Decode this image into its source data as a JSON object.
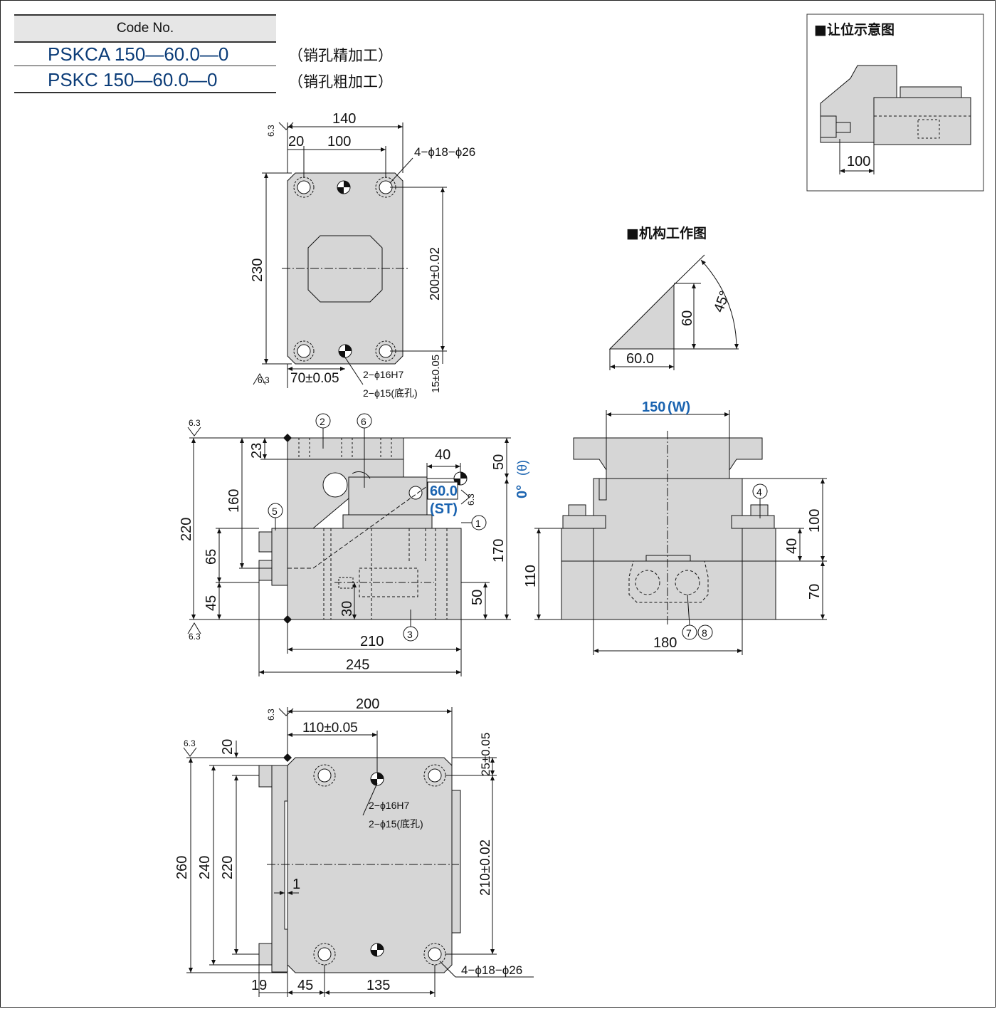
{
  "code_table": {
    "header": "Code No.",
    "rows": [
      {
        "code": "PSKCA 150—60.0—0",
        "note": "（销孔精加工）"
      },
      {
        "code": "PSKC 150—60.0—0",
        "note": "（销孔粗加工）"
      }
    ]
  },
  "insets": {
    "clearance_title": "■让位示意图",
    "clearance_dim": "100",
    "mechanism_title": "■机构工作图",
    "mechanism_height": "60",
    "mechanism_angle": "45°",
    "mechanism_stroke": "60.0"
  },
  "top_view": {
    "width": "140",
    "pitch_20": "20",
    "pitch_100": "100",
    "holes": "4−ϕ18−ϕ26",
    "height": "230",
    "hole_pitch": "200±0.02",
    "offset_70": "70±0.05",
    "offset_15": "15±0.05",
    "pin_hole": "2−ϕ16H7",
    "pin_hole_bottom": "2−ϕ15(底孔)",
    "roughness": "6.3"
  },
  "side_view": {
    "h220": "220",
    "h23": "23",
    "h160": "160",
    "h65": "65",
    "h45": "45",
    "h30": "30",
    "w40": "40",
    "h50_top": "50",
    "h170": "170",
    "h50": "50",
    "w210": "210",
    "w245": "245",
    "angle": "0°",
    "theta": "(θ)",
    "stroke": "60.0",
    "stroke_label": "(ST)",
    "roughness": "6.3",
    "callouts": [
      "1",
      "2",
      "3",
      "5",
      "6"
    ]
  },
  "front_view": {
    "width_w": "150",
    "width_label": "(W)",
    "h100": "100",
    "h40": "40",
    "h110": "110",
    "h70": "70",
    "w180": "180",
    "callouts": [
      "4",
      "7",
      "8"
    ]
  },
  "bottom_view": {
    "w200": "200",
    "offset_110": "110±0.05",
    "h20": "20",
    "h260": "260",
    "h240": "240",
    "h220": "220",
    "gap1": "1",
    "off25": "25±0.05",
    "pitch210": "210±0.02",
    "w19": "19",
    "w45": "45",
    "w135": "135",
    "pin_hole": "2−ϕ16H7",
    "pin_hole_bottom": "2−ϕ15(底孔)",
    "holes": "4−ϕ18−ϕ26",
    "roughness": "6.3"
  },
  "colors": {
    "part_fill": "#d6d6d6",
    "line": "#111111",
    "accent": "#1a63b0",
    "code_text": "#0b3c78"
  }
}
